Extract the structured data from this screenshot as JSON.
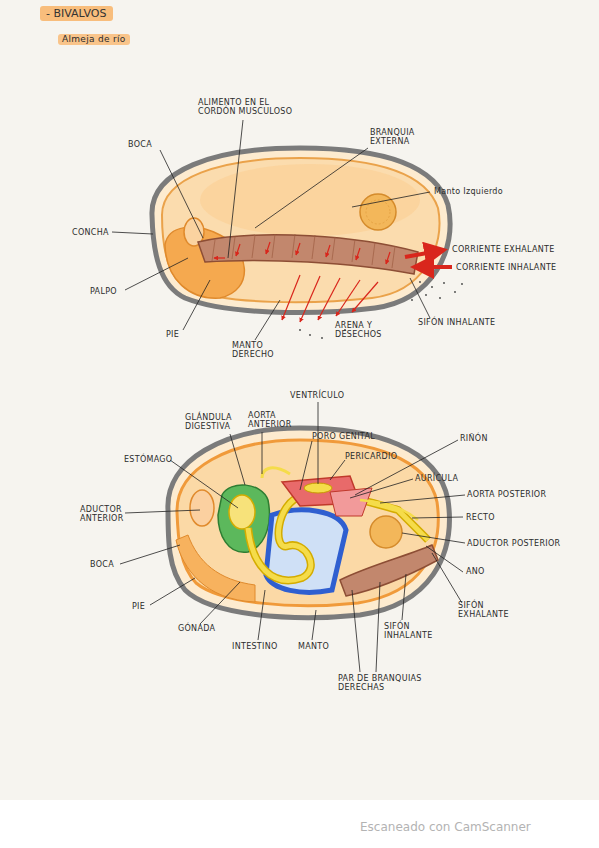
{
  "diagram": {
    "title": "- BIVALVOS",
    "labels": [
      "Almeja de río",
      "ALIMENTO EN EL CORDÓN MUSCULOSO",
      "BOCA",
      "BRANQUIA EXTERNA",
      "Manto Izquierdo",
      "CONCHA",
      "CORRIENTE EXHALANTE",
      "CORRIENTE INHALANTE",
      "PALPO",
      "PIE",
      "MANTO DERECHO",
      "ARENA Y DESECHOS",
      "SIFÓN INHALANTE",
      "VENTRÍCULO",
      "GLÁNDULA DIGESTIVA",
      "AORTA ANTERIOR",
      "PORO GENITAL",
      "PERICARDIO",
      "RIÑÓN",
      "ESTÓMAGO",
      "AURÍCULA",
      "AORTA POSTERIOR",
      "ADUCTOR ANTERIOR",
      "RECTO",
      "ADUCTOR POSTERIOR",
      "BOCA",
      "ANO",
      "PIE",
      "SIFÓN EXHALANTE",
      "GÓNADA",
      "SIFÓN INHALANTE",
      "INTESTINO",
      "MANTO",
      "PAR DE BRANQUIAS DERECHAS",
      "Escaneado con CamScanner"
    ]
  }
}
